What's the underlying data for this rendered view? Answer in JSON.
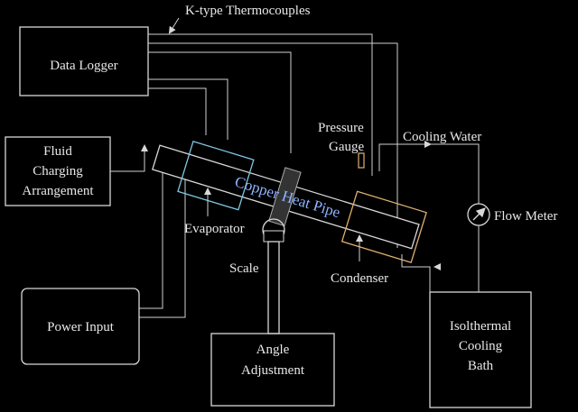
{
  "labels": {
    "thermocouples": "K-type Thermocouples",
    "data_logger": "Data Logger",
    "fluid_line1": "Fluid",
    "fluid_line2": "Charging",
    "fluid_line3": "Arrangement",
    "power_input": "Power Input",
    "copper_heat_pipe": "Copper Heat Pipe",
    "evaporator": "Evaporator",
    "scale": "Scale",
    "angle_line1": "Angle",
    "angle_line2": "Adjustment",
    "pressure_line1": "Pressure",
    "pressure_line2": "Gauge",
    "cooling_water": "Cooling Water",
    "flow_meter": "Flow Meter",
    "condenser": "Condenser",
    "bath_line1": "Isolthermal",
    "bath_line2": "Cooling",
    "bath_line3": "Bath"
  },
  "colors": {
    "background": "#000000",
    "line": "#d8d8d8",
    "pipe_label": "#8fb4ff",
    "evaporator_outline": "#7ec8e3",
    "condenser_outline": "#e0b070"
  }
}
